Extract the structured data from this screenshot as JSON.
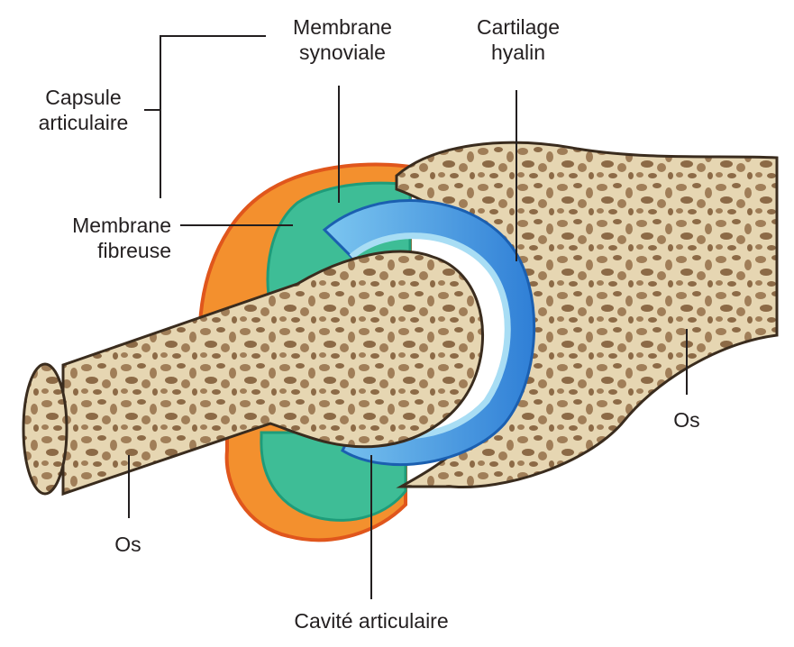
{
  "labels": {
    "capsule": [
      "Capsule",
      "articulaire"
    ],
    "synovial": [
      "Membrane",
      "synoviale"
    ],
    "cartilage": [
      "Cartilage",
      "hyalin"
    ],
    "fibrous": [
      "Membrane",
      "fibreuse"
    ],
    "bone_right": "Os",
    "bone_left": "Os",
    "cavity": "Cavité articulaire"
  },
  "colors": {
    "bone": "#e8d9b8",
    "bone_outline": "#4a3a2a",
    "spongy": "#9c7a55",
    "fibrous_capsule": "#f08a2a",
    "fibrous_line": "#e0561c",
    "synovial": "#3dbf98",
    "cartilage": "#3e8ee0",
    "cavity": "#8fd0ef",
    "leader": "#231f20"
  }
}
